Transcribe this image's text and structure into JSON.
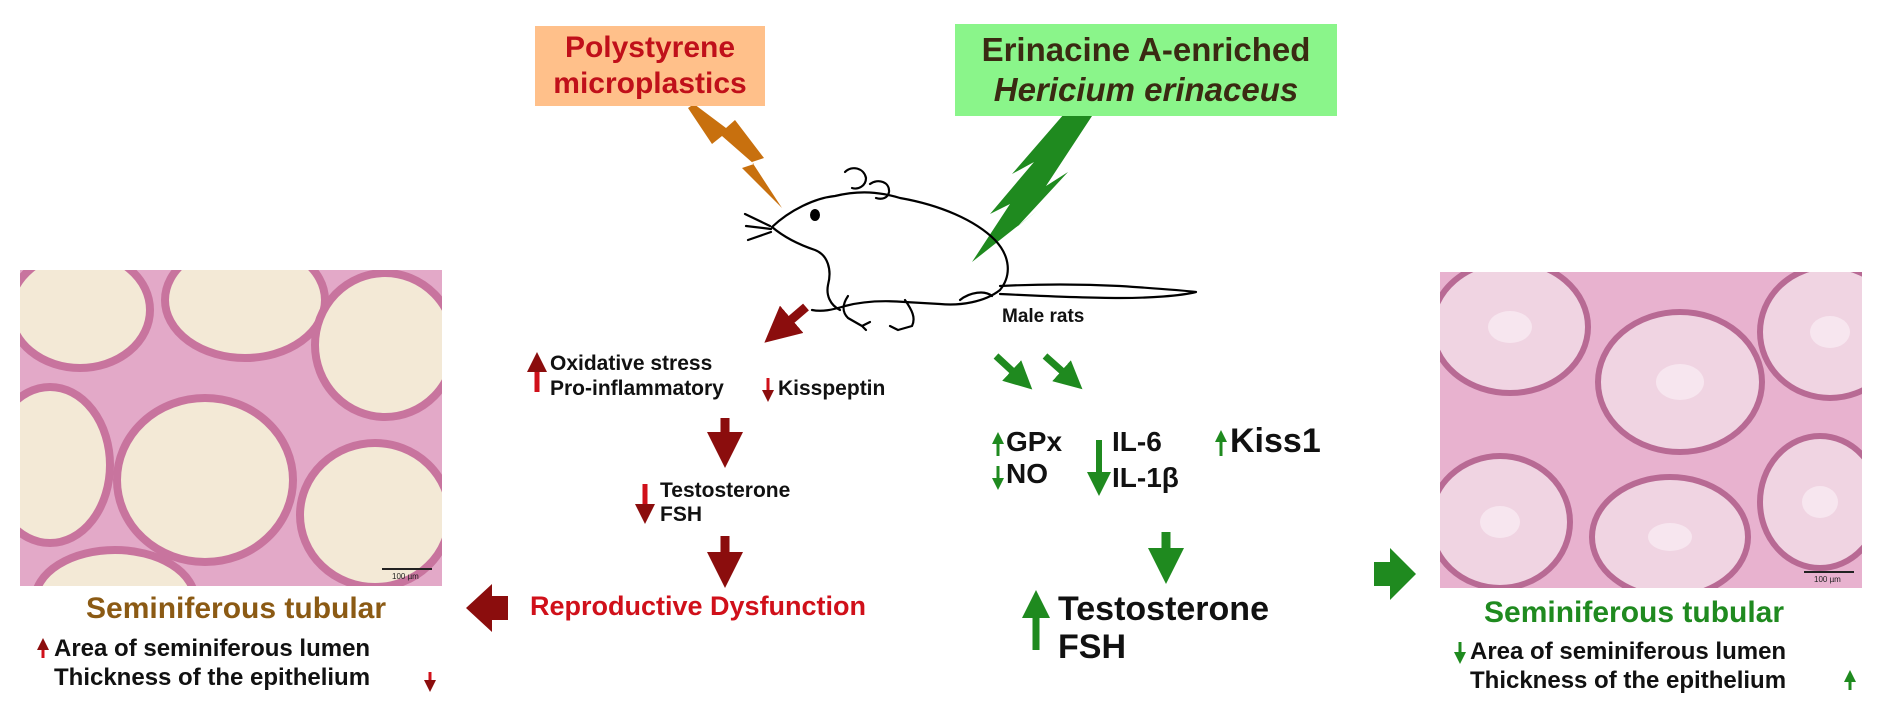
{
  "exposure": {
    "microplastic_line1": "Polystyrene",
    "microplastic_line2": "microplastics",
    "treatment_line1": "Erinacine A-enriched",
    "treatment_line2": "Hericium erinaceus"
  },
  "subject_label": "Male rats",
  "microplastic_effects": {
    "oxidative_stress": "Oxidative stress",
    "pro_inflammatory": "Pro-inflammatory",
    "kisspeptin": "Kisspeptin",
    "testosterone": "Testosterone",
    "fsh": "FSH",
    "outcome": "Reproductive Dysfunction",
    "histology_title": "Seminiferous tubular",
    "histology_line1": "Area of seminiferous lumen",
    "histology_line2": "Thickness of the epithelium",
    "scale_bar": "100 µm"
  },
  "treatment_effects": {
    "gpx": "GPx",
    "no": "NO",
    "il6": "IL-6",
    "il1b": "IL-1β",
    "kiss1": "Kiss1",
    "testosterone": "Testosterone",
    "fsh": "FSH",
    "histology_title": "Seminiferous tubular",
    "histology_line1": "Area of seminiferous lumen",
    "histology_line2": "Thickness of the epithelium",
    "scale_bar": "100 µm"
  },
  "colors": {
    "dark_red": "#8b0d0d",
    "red": "#d0101a",
    "green": "#1f8a1f",
    "brown_title": "#8b5a14",
    "orange_bolt": "#c8700e",
    "orange_box": "#ffc08a",
    "green_box": "#8af58a",
    "tissue_pink": "#e3a9c8",
    "lumen_cream": "#f3e9d6"
  }
}
